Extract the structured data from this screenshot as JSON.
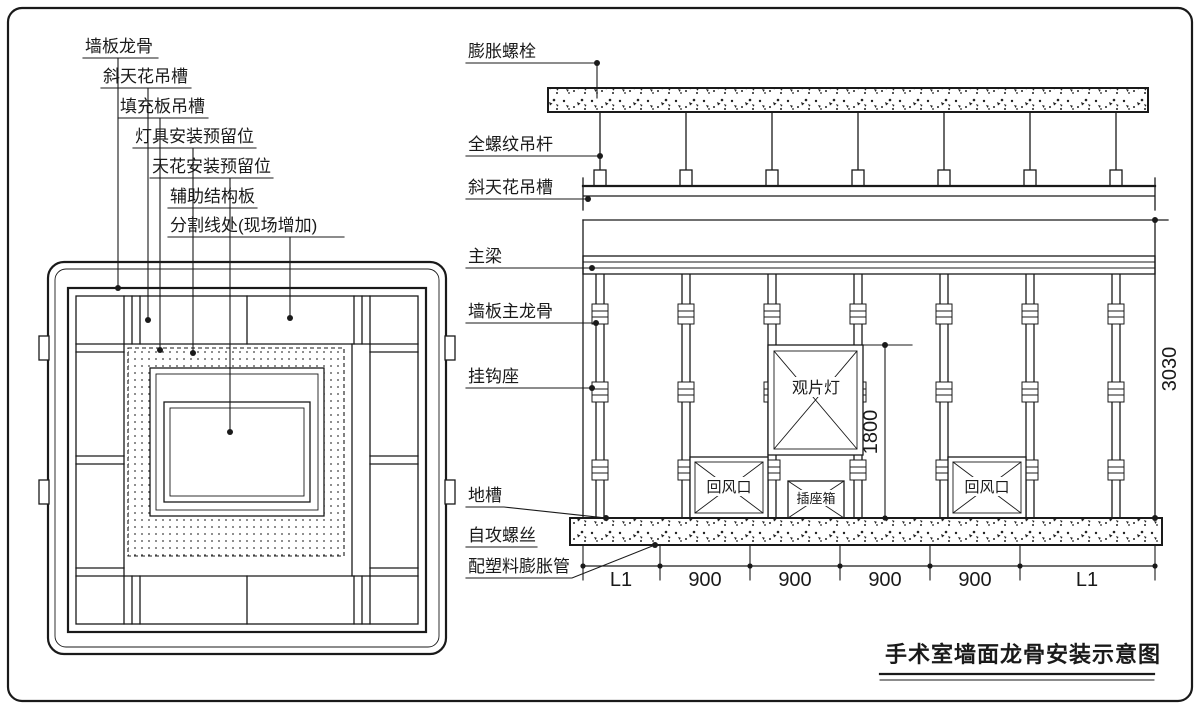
{
  "title": "手术室墙面龙骨安装示意图",
  "plan": {
    "labels": [
      {
        "text": "墙板龙骨"
      },
      {
        "text": "斜天花吊槽"
      },
      {
        "text": "填充板吊槽"
      },
      {
        "text": "灯具安装预留位"
      },
      {
        "text": "天花安装预留位"
      },
      {
        "text": "辅助结构板"
      },
      {
        "text": "分割线处(现场增加)"
      }
    ]
  },
  "elevation": {
    "labels": [
      {
        "text": "膨胀螺栓"
      },
      {
        "text": "全螺纹吊杆"
      },
      {
        "text": "斜天花吊槽"
      },
      {
        "text": "主梁"
      },
      {
        "text": "墙板主龙骨"
      },
      {
        "text": "挂钩座"
      },
      {
        "text": "地槽"
      },
      {
        "text": "自攻螺丝"
      },
      {
        "text": "配塑料膨胀管"
      }
    ],
    "components": {
      "film_viewer": "观片灯",
      "return_air_left": "回风口",
      "socket_box": "插座箱",
      "return_air_right": "回风口"
    },
    "dimensions": {
      "total_height": "3030",
      "viewer_height": "1800",
      "bottom_segments": [
        "L1",
        "900",
        "900",
        "900",
        "900",
        "L1"
      ]
    }
  },
  "colors": {
    "line": "#1a1a1a",
    "background": "#ffffff"
  }
}
